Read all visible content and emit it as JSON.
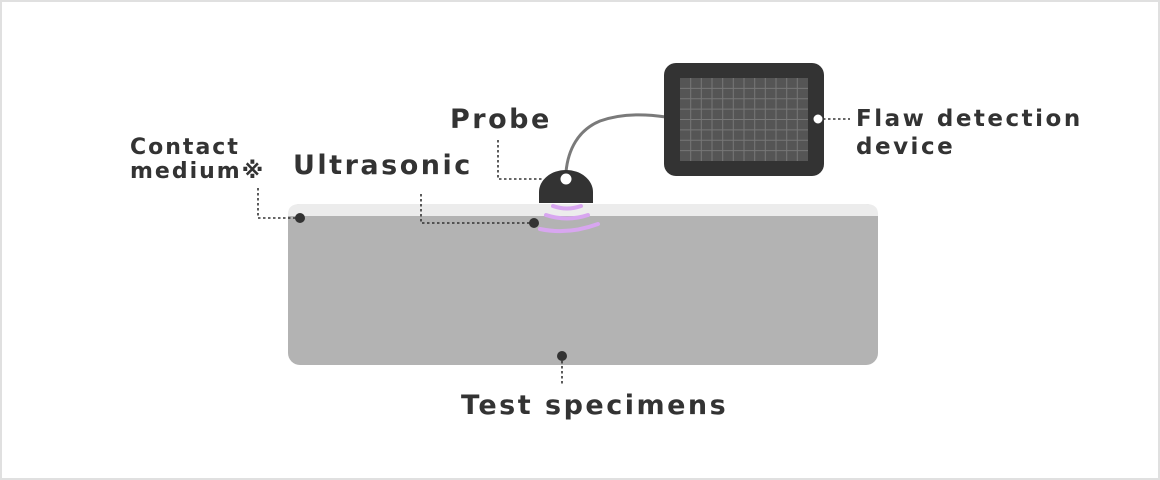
{
  "labels": {
    "probe": "Probe",
    "ultrasonic": "Ultrasonic",
    "contact_medium_line1": "Contact",
    "contact_medium_line2": "medium※",
    "flaw_device_line1": "Flaw detection",
    "flaw_device_line2": "device",
    "test_specimens": "Test specimens"
  },
  "colors": {
    "specimen": "#b3b3b3",
    "contact_medium": "#ececec",
    "device_body": "#333333",
    "device_screen": "#555555",
    "screen_grid": "#777777",
    "probe": "#333333",
    "ultrasonic_waves": "#d8a6f0",
    "cable": "#7a7a7a",
    "leader_line": "#333333",
    "text": "#333333"
  }
}
